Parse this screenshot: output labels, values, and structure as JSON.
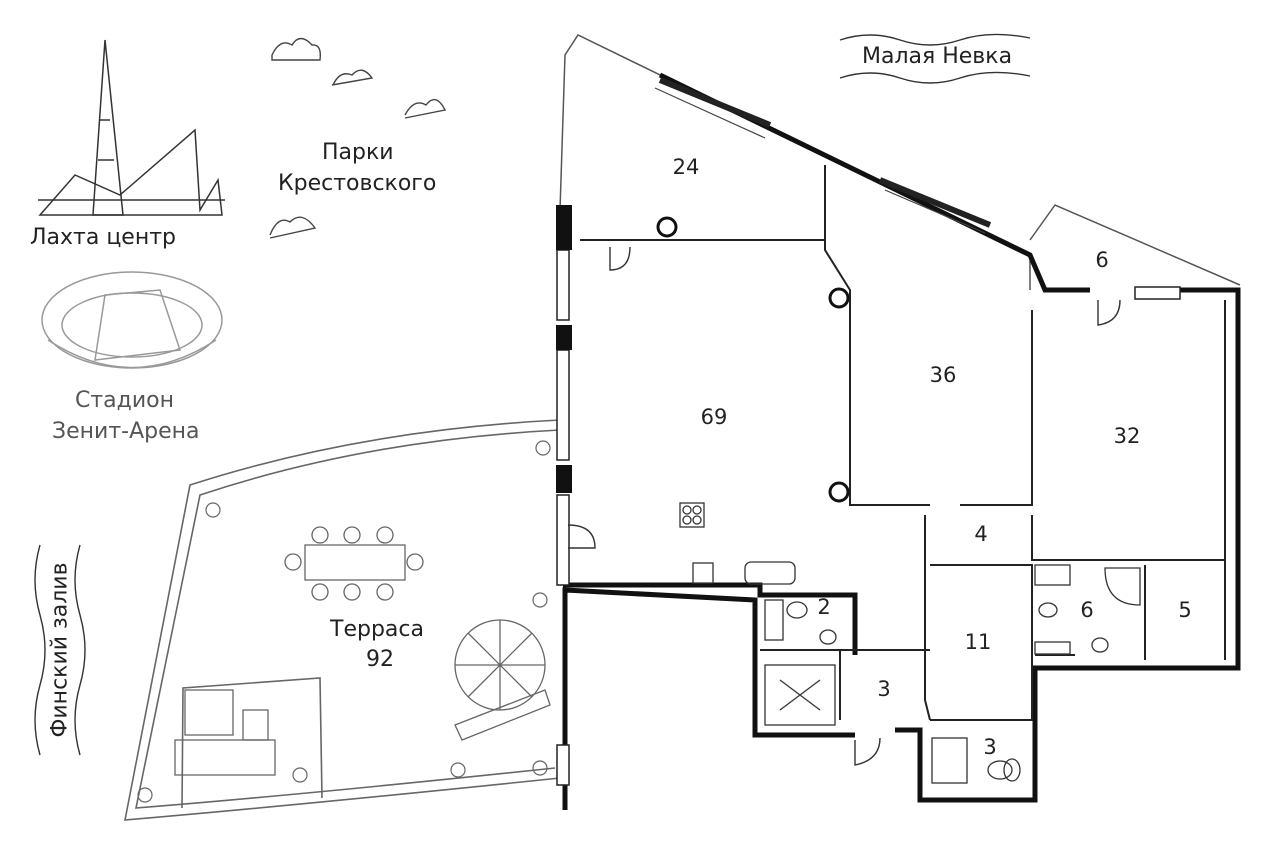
{
  "landmarks": {
    "lakhta": "Лахта центр",
    "parks": [
      "Парки",
      "Крестовского"
    ],
    "stadium": [
      "Стадион",
      "Зенит-Арена"
    ],
    "river": "Малая Невка",
    "gulf": "Финский залив"
  },
  "terrace": {
    "label": "Терраса",
    "area": "92"
  },
  "rooms": {
    "balcony_top": "24",
    "living": "69",
    "bedroom_center": "36",
    "balcony_right": "6",
    "bedroom_right": "32",
    "hall": "4",
    "wc_small": "2",
    "storage": "3",
    "kitchen_area": "11",
    "bath_bottom": "3",
    "bath_right": "6",
    "closet_right": "5"
  }
}
